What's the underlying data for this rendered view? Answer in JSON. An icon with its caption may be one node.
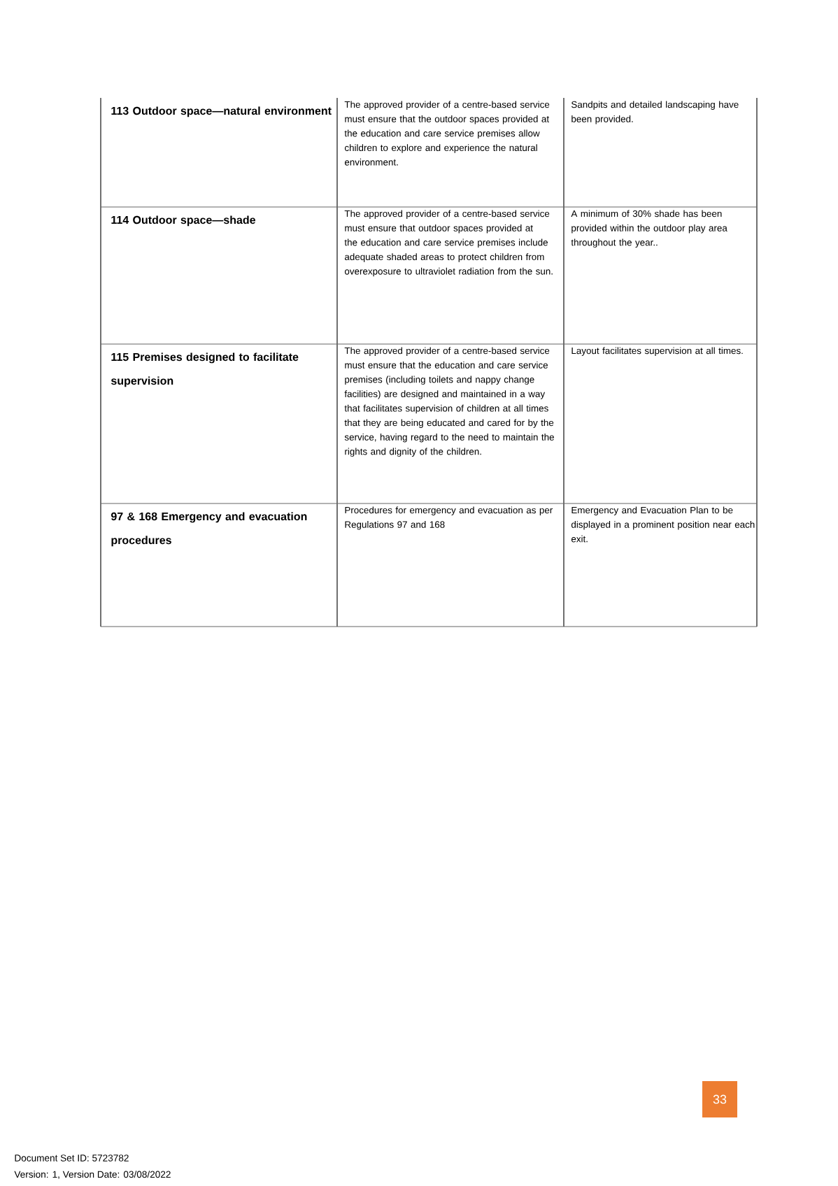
{
  "diagram": {
    "nodes": [
      {
        "text": [
          "33"
        ]
      }
    ],
    "labels": [
      "113   Outdoor space—natural environment",
      "The approved provider of a centre-based service must ensure that the outdoor spaces provided at the education and care service premises allow children to explore and experience the natural environment.",
      "Sandpits and detailed landscaping have been provided.",
      "114   Outdoor space—shade",
      "The approved provider of a centre-based service must ensure that outdoor spaces provided at the education and care service premises include adequate shaded areas to protect children from overexposure to ultraviolet radiation from the sun.",
      "A minimum of 30% shade has been provided within the outdoor play area throughout the year..",
      "115   Premises designed to facilitate supervision",
      "The approved provider of a centre-based service must ensure that the education and care service premises (including toilets and nappy change facilities) are designed and maintained in a way that facilitates supervision of children at all times that they are being educated and cared for by the service, having regard to the need to maintain the rights and dignity of the children.",
      "Layout facilitates supervision at all times.",
      "97 & 168   Emergency and evacuation procedures",
      "Procedures for emergency and evacuation as per Regulations 97 and 168",
      "Emergency and Evacuation Plan to be displayed in a prominent position near each exit.",
      "Document Set ID: 5723782",
      "Version: 1, Version Date: 03/08/2022"
    ]
  }
}
